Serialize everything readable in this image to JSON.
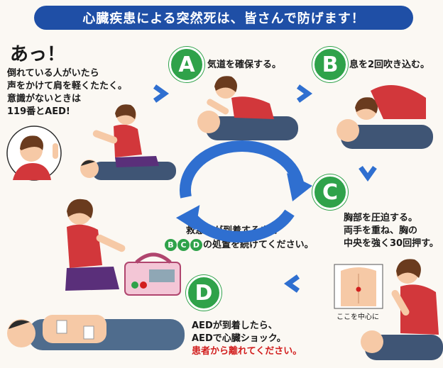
{
  "banner": {
    "title": "心臓疾患による突然死は、皆さんで防げます！"
  },
  "intro": {
    "exclaim": "あっ！",
    "lines": [
      "倒れている人がいたら",
      "声をかけて肩を軽くたたく。",
      "意識がないときは",
      "119番とAED!"
    ]
  },
  "steps": [
    {
      "letter": "A",
      "text": "気道を確保する。"
    },
    {
      "letter": "B",
      "text": "息を2回吹き込む。"
    },
    {
      "letter": "C",
      "lines": [
        "胸部を圧迫する。",
        "両手を重ね、胸の",
        "中央を強く30回押す。"
      ],
      "caption": "ここを中心に"
    },
    {
      "letter": "D",
      "lines": [
        "AEDが到着したら、",
        "AEDで心臓ショック。"
      ],
      "warning": "患者から離れてください。"
    }
  ],
  "loop": {
    "line1": "救急車が到着するまで",
    "letters": [
      "B",
      "C",
      "D"
    ],
    "line2": "の処置を続けてください。"
  },
  "colors": {
    "banner": "#1f4fa6",
    "badge": "#2fa24a",
    "arrow": "#2f6fd0",
    "warning": "#d21e1e"
  }
}
